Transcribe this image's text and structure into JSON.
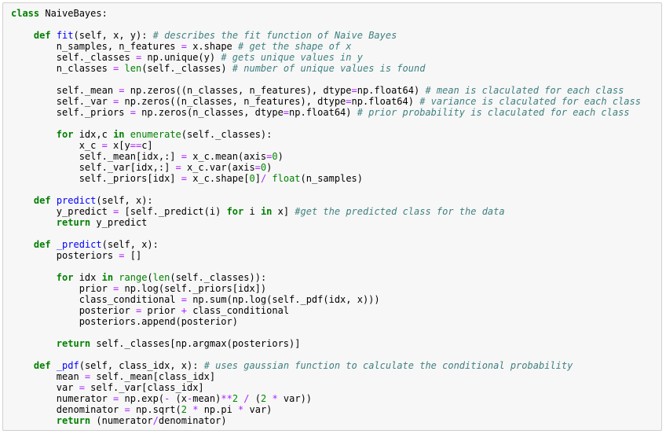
{
  "cell": {
    "lines": [
      [
        {
          "t": "class",
          "c": "kw"
        },
        {
          "t": " NaiveBayes:",
          "c": ""
        }
      ],
      [],
      [
        {
          "t": "    ",
          "c": ""
        },
        {
          "t": "def",
          "c": "kw"
        },
        {
          "t": " ",
          "c": ""
        },
        {
          "t": "fit",
          "c": "def"
        },
        {
          "t": "(self, x, y): ",
          "c": ""
        },
        {
          "t": "# describes the fit function of Naive Bayes",
          "c": "com"
        }
      ],
      [
        {
          "t": "        n_samples, n_features ",
          "c": ""
        },
        {
          "t": "=",
          "c": "op"
        },
        {
          "t": " x.shape ",
          "c": ""
        },
        {
          "t": "# get the shape of x",
          "c": "com"
        }
      ],
      [
        {
          "t": "        self._classes ",
          "c": ""
        },
        {
          "t": "=",
          "c": "op"
        },
        {
          "t": " np.unique(y) ",
          "c": ""
        },
        {
          "t": "# gets unique values in y",
          "c": "com"
        }
      ],
      [
        {
          "t": "        n_classes ",
          "c": ""
        },
        {
          "t": "=",
          "c": "op"
        },
        {
          "t": " ",
          "c": ""
        },
        {
          "t": "len",
          "c": "bi"
        },
        {
          "t": "(self._classes) ",
          "c": ""
        },
        {
          "t": "# number of unique values is found",
          "c": "com"
        }
      ],
      [],
      [
        {
          "t": "        self._mean ",
          "c": ""
        },
        {
          "t": "=",
          "c": "op"
        },
        {
          "t": " np.zeros((n_classes, n_features), dtype",
          "c": ""
        },
        {
          "t": "=",
          "c": "op"
        },
        {
          "t": "np.float64) ",
          "c": ""
        },
        {
          "t": "# mean is claculated for each class",
          "c": "com"
        }
      ],
      [
        {
          "t": "        self._var ",
          "c": ""
        },
        {
          "t": "=",
          "c": "op"
        },
        {
          "t": " np.zeros((n_classes, n_features), dtype",
          "c": ""
        },
        {
          "t": "=",
          "c": "op"
        },
        {
          "t": "np.float64) ",
          "c": ""
        },
        {
          "t": "# variance is claculated for each class",
          "c": "com"
        }
      ],
      [
        {
          "t": "        self._priors ",
          "c": ""
        },
        {
          "t": "=",
          "c": "op"
        },
        {
          "t": " np.zeros(n_classes, dtype",
          "c": ""
        },
        {
          "t": "=",
          "c": "op"
        },
        {
          "t": "np.float64) ",
          "c": ""
        },
        {
          "t": "# prior probability is claculated for each class",
          "c": "com"
        }
      ],
      [],
      [
        {
          "t": "        ",
          "c": ""
        },
        {
          "t": "for",
          "c": "kw"
        },
        {
          "t": " idx,c ",
          "c": ""
        },
        {
          "t": "in",
          "c": "kw"
        },
        {
          "t": " ",
          "c": ""
        },
        {
          "t": "enumerate",
          "c": "bi"
        },
        {
          "t": "(self._classes):",
          "c": ""
        }
      ],
      [
        {
          "t": "            x_c ",
          "c": ""
        },
        {
          "t": "=",
          "c": "op"
        },
        {
          "t": " x[y",
          "c": ""
        },
        {
          "t": "==",
          "c": "op"
        },
        {
          "t": "c]",
          "c": ""
        }
      ],
      [
        {
          "t": "            self._mean[idx,:] ",
          "c": ""
        },
        {
          "t": "=",
          "c": "op"
        },
        {
          "t": " x_c.mean(axis",
          "c": ""
        },
        {
          "t": "=",
          "c": "op"
        },
        {
          "t": "0",
          "c": "num"
        },
        {
          "t": ")",
          "c": ""
        }
      ],
      [
        {
          "t": "            self._var[idx,:] ",
          "c": ""
        },
        {
          "t": "=",
          "c": "op"
        },
        {
          "t": " x_c.var(axis",
          "c": ""
        },
        {
          "t": "=",
          "c": "op"
        },
        {
          "t": "0",
          "c": "num"
        },
        {
          "t": ")",
          "c": ""
        }
      ],
      [
        {
          "t": "            self._priors[idx] ",
          "c": ""
        },
        {
          "t": "=",
          "c": "op"
        },
        {
          "t": " x_c.shape[",
          "c": ""
        },
        {
          "t": "0",
          "c": "num"
        },
        {
          "t": "]",
          "c": ""
        },
        {
          "t": "/",
          "c": "op"
        },
        {
          "t": " ",
          "c": ""
        },
        {
          "t": "float",
          "c": "bi"
        },
        {
          "t": "(n_samples)",
          "c": ""
        }
      ],
      [],
      [
        {
          "t": "    ",
          "c": ""
        },
        {
          "t": "def",
          "c": "kw"
        },
        {
          "t": " ",
          "c": ""
        },
        {
          "t": "predict",
          "c": "def"
        },
        {
          "t": "(self, x):",
          "c": ""
        }
      ],
      [
        {
          "t": "        y_predict ",
          "c": ""
        },
        {
          "t": "=",
          "c": "op"
        },
        {
          "t": " [self._predict(i) ",
          "c": ""
        },
        {
          "t": "for",
          "c": "kw"
        },
        {
          "t": " i ",
          "c": ""
        },
        {
          "t": "in",
          "c": "kw"
        },
        {
          "t": " x] ",
          "c": ""
        },
        {
          "t": "#get the predicted class for the data",
          "c": "com"
        }
      ],
      [
        {
          "t": "        ",
          "c": ""
        },
        {
          "t": "return",
          "c": "kw"
        },
        {
          "t": " y_predict",
          "c": ""
        }
      ],
      [],
      [
        {
          "t": "    ",
          "c": ""
        },
        {
          "t": "def",
          "c": "kw"
        },
        {
          "t": " ",
          "c": ""
        },
        {
          "t": "_predict",
          "c": "def"
        },
        {
          "t": "(self, x):",
          "c": ""
        }
      ],
      [
        {
          "t": "        posteriors ",
          "c": ""
        },
        {
          "t": "=",
          "c": "op"
        },
        {
          "t": " []",
          "c": ""
        }
      ],
      [],
      [
        {
          "t": "        ",
          "c": ""
        },
        {
          "t": "for",
          "c": "kw"
        },
        {
          "t": " idx ",
          "c": ""
        },
        {
          "t": "in",
          "c": "kw"
        },
        {
          "t": " ",
          "c": ""
        },
        {
          "t": "range",
          "c": "bi"
        },
        {
          "t": "(",
          "c": ""
        },
        {
          "t": "len",
          "c": "bi"
        },
        {
          "t": "(self._classes)):",
          "c": ""
        }
      ],
      [
        {
          "t": "            prior ",
          "c": ""
        },
        {
          "t": "=",
          "c": "op"
        },
        {
          "t": " np.log(self._priors[idx])",
          "c": ""
        }
      ],
      [
        {
          "t": "            class_conditional ",
          "c": ""
        },
        {
          "t": "=",
          "c": "op"
        },
        {
          "t": " np.sum(np.log(self._pdf(idx, x)))",
          "c": ""
        }
      ],
      [
        {
          "t": "            posterior ",
          "c": ""
        },
        {
          "t": "=",
          "c": "op"
        },
        {
          "t": " prior ",
          "c": ""
        },
        {
          "t": "+",
          "c": "op"
        },
        {
          "t": " class_conditional",
          "c": ""
        }
      ],
      [
        {
          "t": "            posteriors.append(posterior)",
          "c": ""
        }
      ],
      [],
      [
        {
          "t": "        ",
          "c": ""
        },
        {
          "t": "return",
          "c": "kw"
        },
        {
          "t": " self._classes[np.argmax(posteriors)]",
          "c": ""
        }
      ],
      [],
      [
        {
          "t": "    ",
          "c": ""
        },
        {
          "t": "def",
          "c": "kw"
        },
        {
          "t": " ",
          "c": ""
        },
        {
          "t": "_pdf",
          "c": "def"
        },
        {
          "t": "(self, class_idx, x): ",
          "c": ""
        },
        {
          "t": "# uses gaussian function to calculate the conditional probability",
          "c": "com"
        }
      ],
      [
        {
          "t": "        mean ",
          "c": ""
        },
        {
          "t": "=",
          "c": "op"
        },
        {
          "t": " self._mean[class_idx]",
          "c": ""
        }
      ],
      [
        {
          "t": "        var ",
          "c": ""
        },
        {
          "t": "=",
          "c": "op"
        },
        {
          "t": " self._var[class_idx]",
          "c": ""
        }
      ],
      [
        {
          "t": "        numerator ",
          "c": ""
        },
        {
          "t": "=",
          "c": "op"
        },
        {
          "t": " np.exp(",
          "c": ""
        },
        {
          "t": "-",
          "c": "op"
        },
        {
          "t": " (x",
          "c": ""
        },
        {
          "t": "-",
          "c": "op"
        },
        {
          "t": "mean)",
          "c": ""
        },
        {
          "t": "**",
          "c": "op"
        },
        {
          "t": "2",
          "c": "num"
        },
        {
          "t": " ",
          "c": ""
        },
        {
          "t": "/",
          "c": "op"
        },
        {
          "t": " (",
          "c": ""
        },
        {
          "t": "2",
          "c": "num"
        },
        {
          "t": " ",
          "c": ""
        },
        {
          "t": "*",
          "c": "op"
        },
        {
          "t": " var))",
          "c": ""
        }
      ],
      [
        {
          "t": "        denominator ",
          "c": ""
        },
        {
          "t": "=",
          "c": "op"
        },
        {
          "t": " np.sqrt(",
          "c": ""
        },
        {
          "t": "2",
          "c": "num"
        },
        {
          "t": " ",
          "c": ""
        },
        {
          "t": "*",
          "c": "op"
        },
        {
          "t": " np.pi ",
          "c": ""
        },
        {
          "t": "*",
          "c": "op"
        },
        {
          "t": " var)",
          "c": ""
        }
      ],
      [
        {
          "t": "        ",
          "c": ""
        },
        {
          "t": "return",
          "c": "kw"
        },
        {
          "t": " (numerator",
          "c": ""
        },
        {
          "t": "/",
          "c": "op"
        },
        {
          "t": "denominator)",
          "c": ""
        }
      ]
    ]
  }
}
